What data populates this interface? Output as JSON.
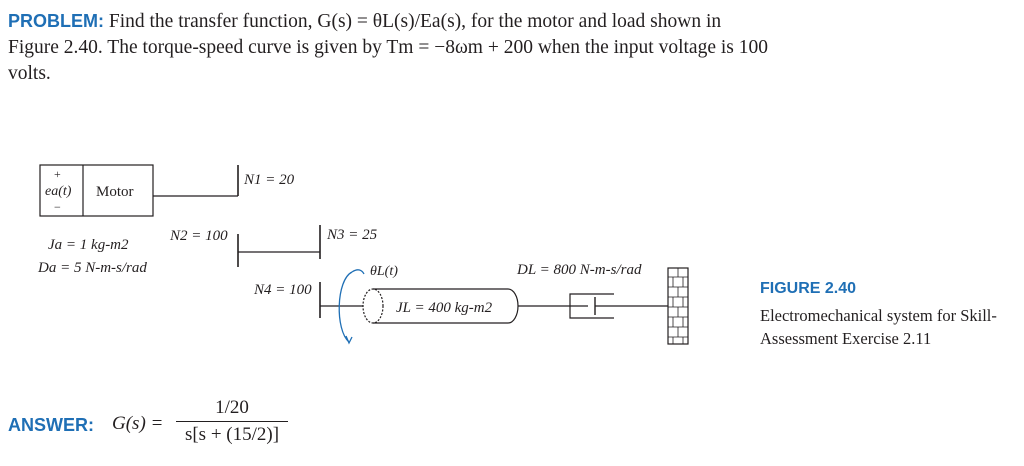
{
  "problem": {
    "label": "PROBLEM:",
    "text": "Find the transfer function, G(s) = θL(s)/Ea(s), for the motor and load shown in Figure 2.40. The torque-speed curve is given by Tm = −8ωm + 200 when the input voltage is 100 volts."
  },
  "diagram": {
    "plus_sign": "+",
    "minus_sign": "−",
    "input_voltage": "ea(t)",
    "motor_label": "Motor",
    "gear_n1": "N1 = 20",
    "gear_n2": "N2 = 100",
    "gear_n3": "N3 = 25",
    "gear_n4": "N4 = 100",
    "inertia_ja": "Ja = 1 kg-m2",
    "damping_da": "Da = 5 N-m-s/rad",
    "output_angle": "θL(t)",
    "load_inertia": "JL = 400 kg-m2",
    "load_damping": "DL = 800 N-m-s/rad"
  },
  "caption": {
    "figure_label": "FIGURE 2.40",
    "description": "Electromechanical system for Skill-Assessment Exercise 2.11"
  },
  "answer": {
    "label": "ANSWER:",
    "lhs": "G(s) =",
    "numerator": "1/20",
    "denominator": "s[s + (15/2)]"
  },
  "colors": {
    "accent": "#1f6fb5",
    "ink": "#231f20"
  }
}
